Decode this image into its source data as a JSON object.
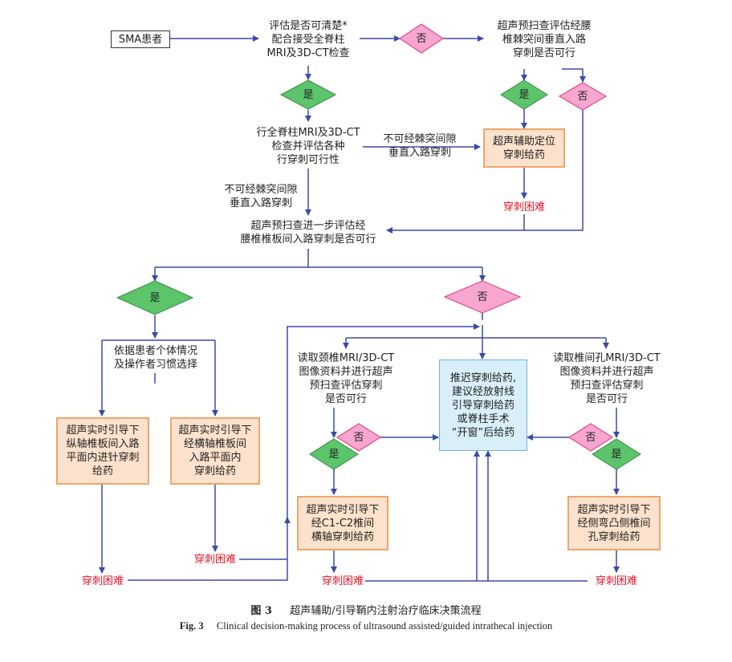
{
  "nodes": {
    "start": "SMA患者",
    "q1": [
      "评估是否可清楚*",
      "配合接受全脊柱",
      "MRI及3D-CT检查"
    ],
    "q2": [
      "超声预扫查评估经腰",
      "椎棘突间垂直入路",
      "穿刺是否可行"
    ],
    "q3": [
      "行全脊柱MRI及3D-CT",
      "检查并评估各种",
      "行穿刺可行性"
    ],
    "note_a": [
      "不可经棘突间隙",
      "垂直入路穿刺"
    ],
    "note_b": [
      "不可经棘突间隙",
      "垂直入路穿刺"
    ],
    "box_us_locate": [
      "超声辅助定位",
      "穿刺给药"
    ],
    "q4": [
      "超声预扫查进一步评估经",
      "腰椎椎板间入路穿刺是否可行"
    ],
    "choice": [
      "依据患者个体情况",
      "及操作者习惯选择"
    ],
    "box_long": [
      "超声实时引导下",
      "纵轴椎板间入路",
      "平面内进针穿刺",
      "给药"
    ],
    "box_trans": [
      "超声实时引导下",
      "经横轴椎板间",
      "入路平面内",
      "穿刺给药"
    ],
    "q_cervical": [
      "读取颈椎MRI/3D-CT",
      "图像资料并进行超声",
      "预扫查评估穿刺",
      "是否可行"
    ],
    "box_delay": [
      "推迟穿刺给药,",
      "建议经放射线",
      "引导穿刺给药",
      "或脊柱手术",
      "“开窗”后给药"
    ],
    "q_foramen": [
      "读取椎间孔MRI/3D-CT",
      "图像资料并进行超声",
      "预扫查评估穿刺",
      "是否可行"
    ],
    "box_c1c2": [
      "超声实时引导下",
      "经C1-C2椎间",
      "横轴穿刺给药"
    ],
    "box_lateral": [
      "超声实时引导下",
      "经侧弯凸侧椎间",
      "孔穿刺给药"
    ]
  },
  "labels": {
    "yes": "是",
    "no": "否",
    "difficult": "穿刺困难"
  },
  "caption": {
    "cn_prefix": "图 3",
    "cn_text": "超声辅助/引导鞘内注射治疗临床决策流程",
    "en_prefix": "Fig. 3",
    "en_text": "Clinical decision-making process of ultrasound assisted/guided intrathecal injection"
  },
  "colors": {
    "arrow": "#3b4aa8",
    "yes_fill": "#5cc46a",
    "no_fill": "#f6a6cf",
    "no_stroke": "#e14a8c",
    "difficult_text": "#e8162b",
    "orange_fill": "#fce2cc",
    "blue_fill": "#d8eef9"
  }
}
